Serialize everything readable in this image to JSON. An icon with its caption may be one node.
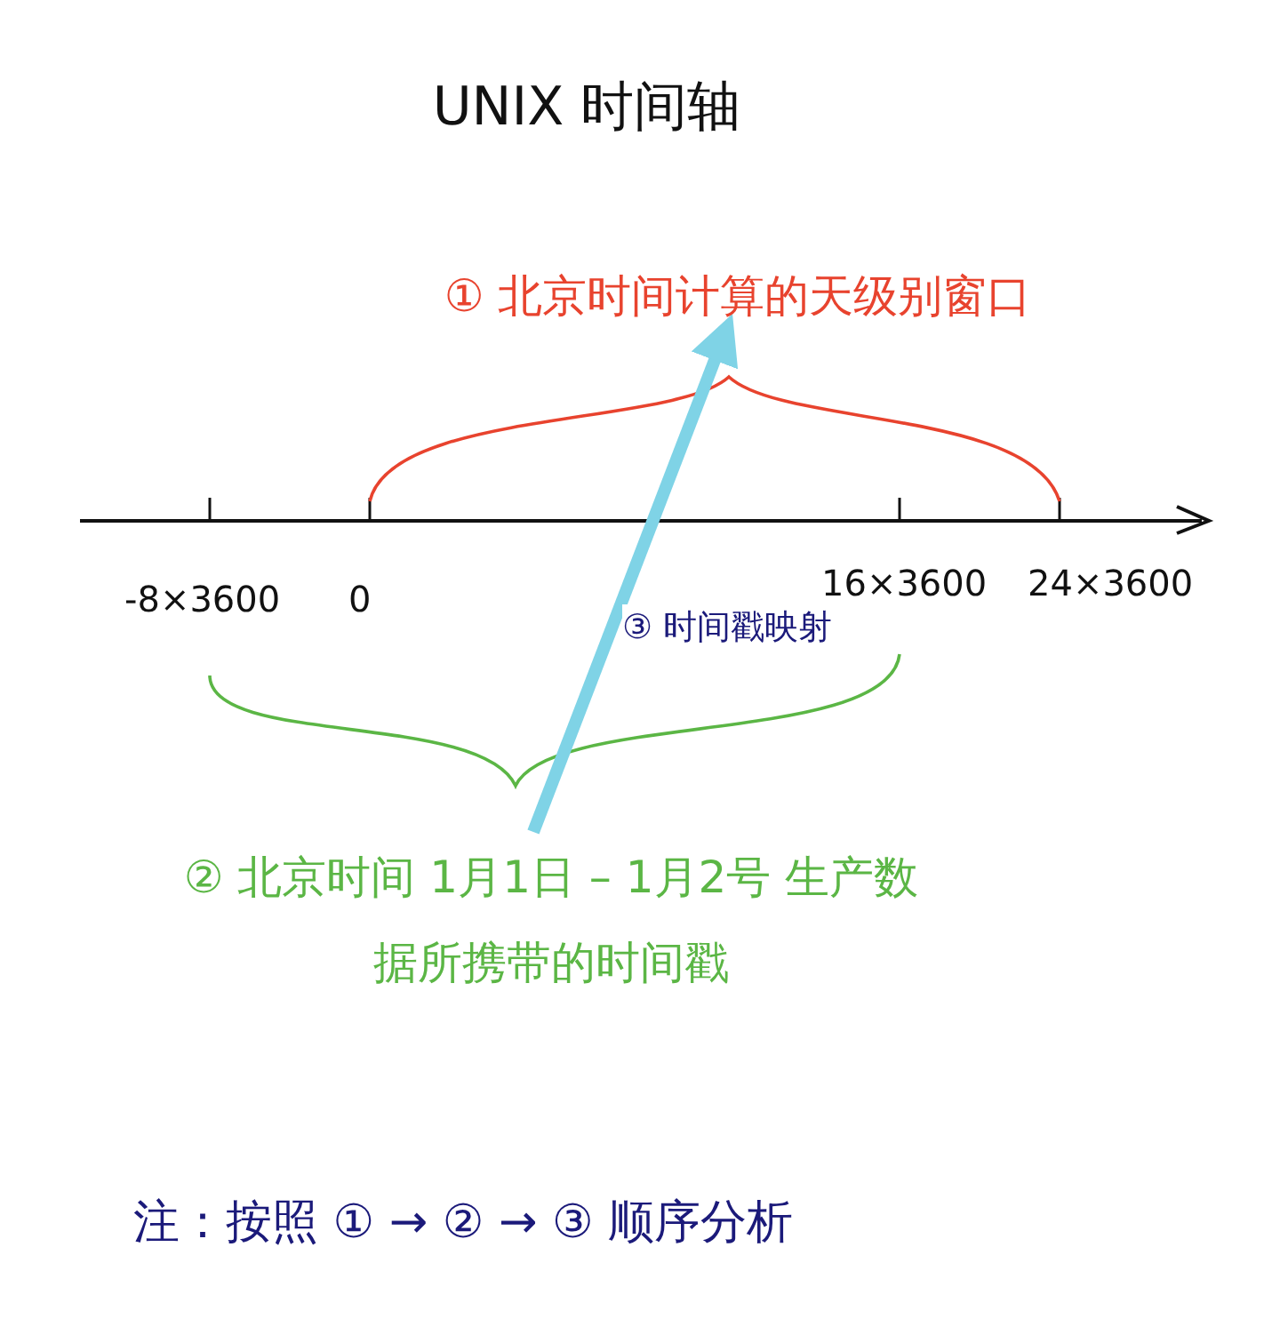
{
  "diagram": {
    "title": "UNIX 时间轴",
    "nodes": [
      {
        "text": [
          "① 北京时间计算的天级别窗口"
        ]
      },
      {
        "text": [
          "② 北京时间 1月1日 – 1月2号 生产数据所携带的时间戳"
        ]
      }
    ],
    "edges": [
      {
        "from": 1,
        "to": 0,
        "arrow": "to",
        "label": "③ 时间戳映射"
      }
    ],
    "labels": [
      "-8×3600",
      "0",
      "16×3600",
      "24×3600",
      "注：按照 ① → ② → ③ 顺序分析"
    ]
  }
}
